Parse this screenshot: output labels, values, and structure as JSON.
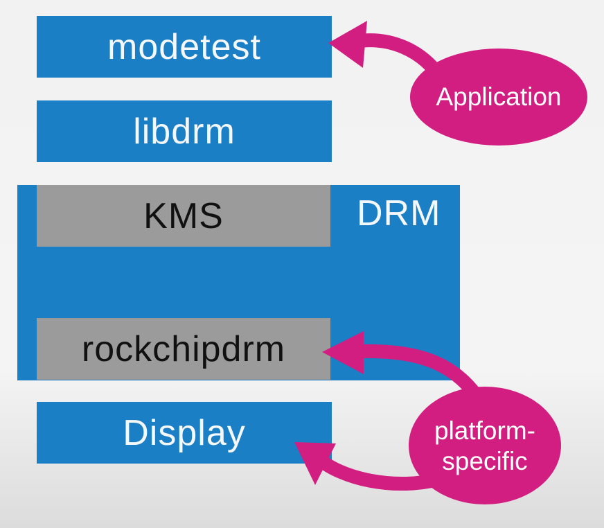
{
  "layers": {
    "modetest": "modetest",
    "libdrm": "libdrm",
    "kms": "KMS",
    "drm": "DRM",
    "rockchipdrm": "rockchipdrm",
    "display": "Display"
  },
  "callouts": {
    "application": "Application",
    "platform_line1": "platform-",
    "platform_line2": "specific"
  },
  "colors": {
    "block_blue": "#1b7fc6",
    "kernel_grey": "#9b9b9b",
    "callout_magenta": "#d21e80"
  }
}
